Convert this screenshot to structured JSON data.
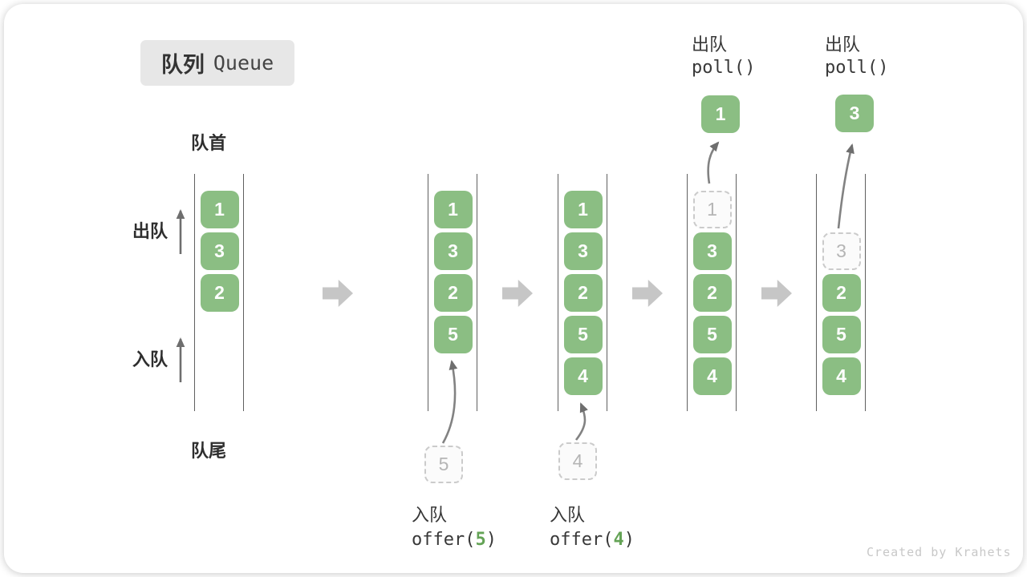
{
  "title": {
    "zh": "队列",
    "en": "Queue"
  },
  "labels": {
    "front": "队首",
    "rear": "队尾",
    "dequeue": "出队",
    "enqueue": "入队"
  },
  "annotations": {
    "poll_left": {
      "label": "出队",
      "code": "poll()",
      "result": "1"
    },
    "poll_right": {
      "label": "出队",
      "code": "poll()",
      "result": "3"
    },
    "offer_left": {
      "label": "入队",
      "code_open": "offer(",
      "arg": "5",
      "code_close": ")",
      "pending": "5"
    },
    "offer_right": {
      "label": "入队",
      "code_open": "offer(",
      "arg": "4",
      "code_close": ")",
      "pending": "4"
    }
  },
  "states": [
    {
      "name": "initial",
      "cells": [
        {
          "value": "1"
        },
        {
          "value": "3"
        },
        {
          "value": "2"
        }
      ]
    },
    {
      "name": "after-offer-5",
      "cells": [
        {
          "value": "1"
        },
        {
          "value": "3"
        },
        {
          "value": "2"
        },
        {
          "value": "5"
        }
      ]
    },
    {
      "name": "after-offer-4",
      "cells": [
        {
          "value": "1"
        },
        {
          "value": "3"
        },
        {
          "value": "2"
        },
        {
          "value": "5"
        },
        {
          "value": "4"
        }
      ]
    },
    {
      "name": "after-poll-1",
      "cells": [
        {
          "value": "1",
          "ghost": true
        },
        {
          "value": "3"
        },
        {
          "value": "2"
        },
        {
          "value": "5"
        },
        {
          "value": "4"
        }
      ]
    },
    {
      "name": "after-poll-3",
      "cells": [
        {
          "value": "3",
          "ghost": true
        },
        {
          "value": "2"
        },
        {
          "value": "5"
        },
        {
          "value": "4"
        }
      ]
    }
  ],
  "credit": "Created by Krahets",
  "colors": {
    "cell_green": "#8bbe83",
    "code_accent_green": "#64a356",
    "dashed_border": "#cbcbcb",
    "block_arrow_gray": "#c6c6c6",
    "container_line": "#606060",
    "title_bg": "#e7e7e7"
  }
}
